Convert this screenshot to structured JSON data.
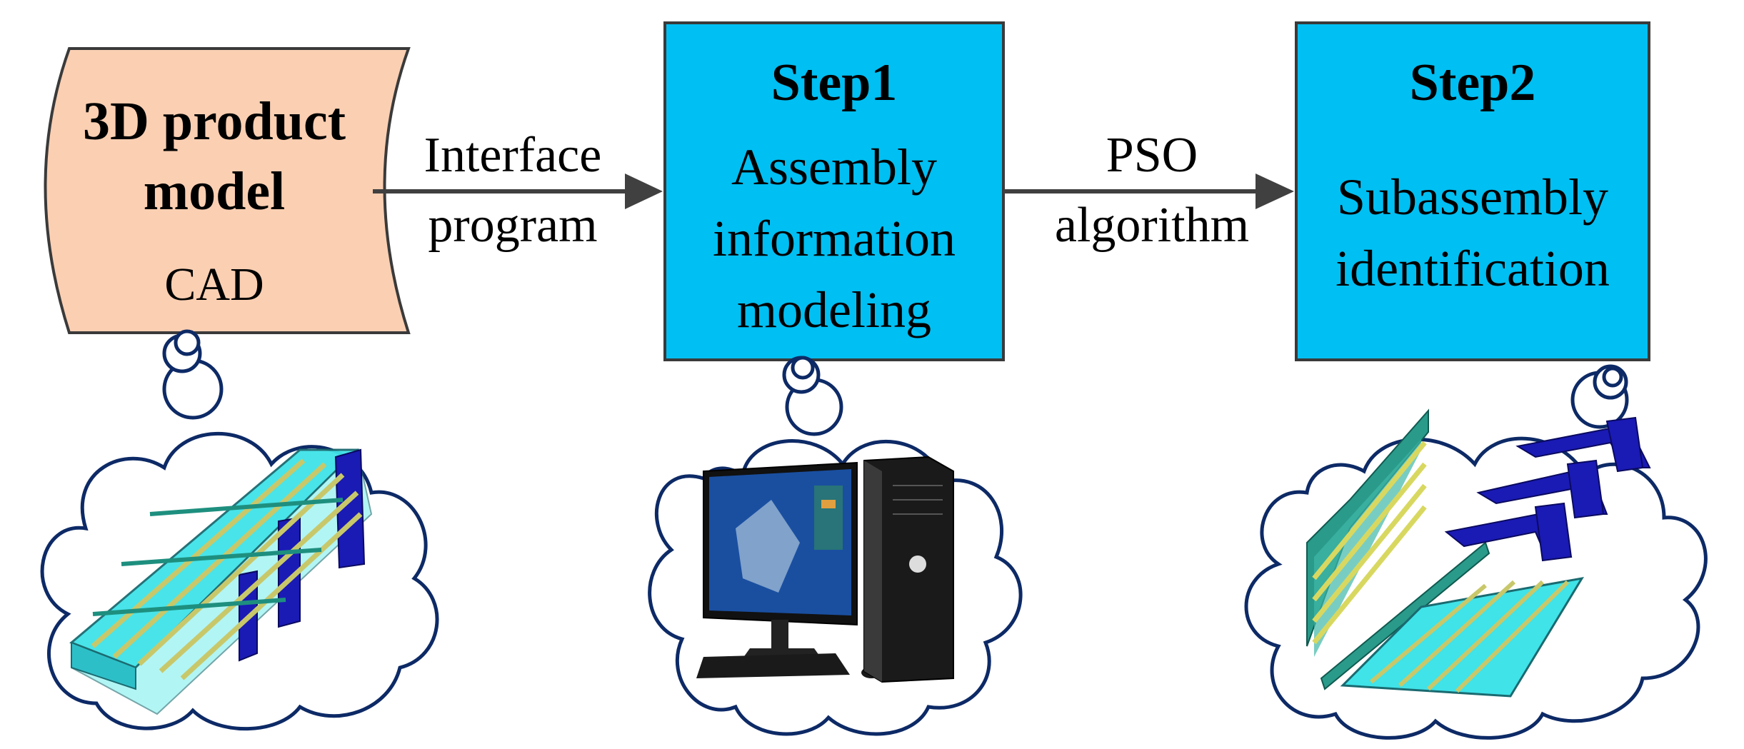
{
  "source": {
    "title_line1": "3D product",
    "title_line2": "model",
    "subtitle": "CAD"
  },
  "arrow1": {
    "line1": "Interface",
    "line2": "program"
  },
  "step1": {
    "title": "Step1",
    "line1": "Assembly",
    "line2": "information",
    "line3": "modeling"
  },
  "arrow2": {
    "line1": "PSO",
    "line2": "algorithm"
  },
  "step2": {
    "title": "Step2",
    "line1": "Subassembly",
    "line2": "identification"
  },
  "colors": {
    "document_fill": "#FBCFB2",
    "step_fill": "#00BFF2",
    "outline": "#3a3a3a",
    "cloud_stroke": "#0d2a66",
    "arrow": "#404040",
    "panel_cyan": "#3fe3e8",
    "panel_blue": "#1a1ab5",
    "rib_yellow": "#c8c86a",
    "monitor_screen": "#1a4fa0",
    "tower": "#1a1a1a",
    "panel_teal": "#2a9a8a"
  },
  "icons": [
    "document-shape",
    "thought-cloud-icon",
    "aircraft-panel-icon",
    "desktop-computer-icon",
    "subassembly-parts-icon",
    "arrow-right-icon"
  ]
}
